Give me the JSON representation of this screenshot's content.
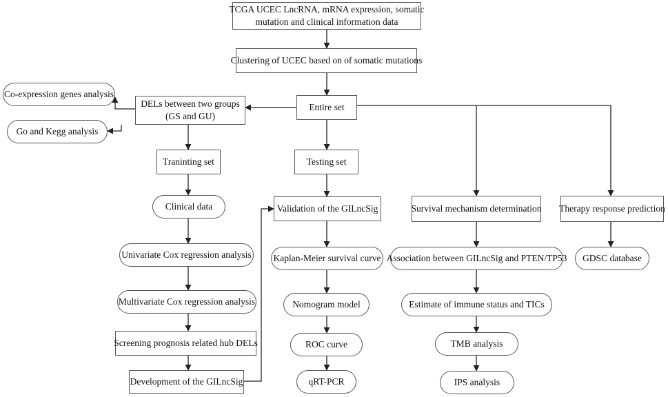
{
  "nodes": {
    "source_data": {
      "line1": "TCGA UCEC LncRNA, mRNA expression, somatic",
      "line2": "mutation and clinical information data"
    },
    "clustering": "Clustering of UCEC based on of somatic mutations",
    "entire_set": "Entire set",
    "dels": {
      "line1": "DELs between two groups",
      "line2": "(GS and GU)"
    },
    "coexpression": "Co-expression genes analysis",
    "go_kegg": "Go and Kegg analysis",
    "training_set": "Traninting set",
    "testing_set": "Testing set",
    "clinical_data": "Clinical data",
    "univariate_cox": "Univariate Cox regression analysis",
    "multivariate_cox": "Multivariate Cox regression analysis",
    "screening": "Screening prognosis related hub DELs",
    "development": "Development of the GILncSig",
    "validation": "Validation of the GILncSig",
    "kaplan_meier": "Kaplan-Meier survival curve",
    "nomogram": "Nomogram model",
    "roc": "ROC  curve",
    "qrt_pcr": "qRT-PCR",
    "survival_mechanism": "Survival mechanism determination",
    "association": "Association between GILncSig and PTEN/TP53",
    "immune_status": "Estimate of immune status and TICs",
    "tmb": "TMB analysis",
    "ips": "IPS analysis",
    "therapy_response": "Therapy response prediction",
    "gdsc": "GDSC database"
  },
  "colors": {
    "box_border": "#555555",
    "arrow": "#222222",
    "text": "#111111"
  }
}
